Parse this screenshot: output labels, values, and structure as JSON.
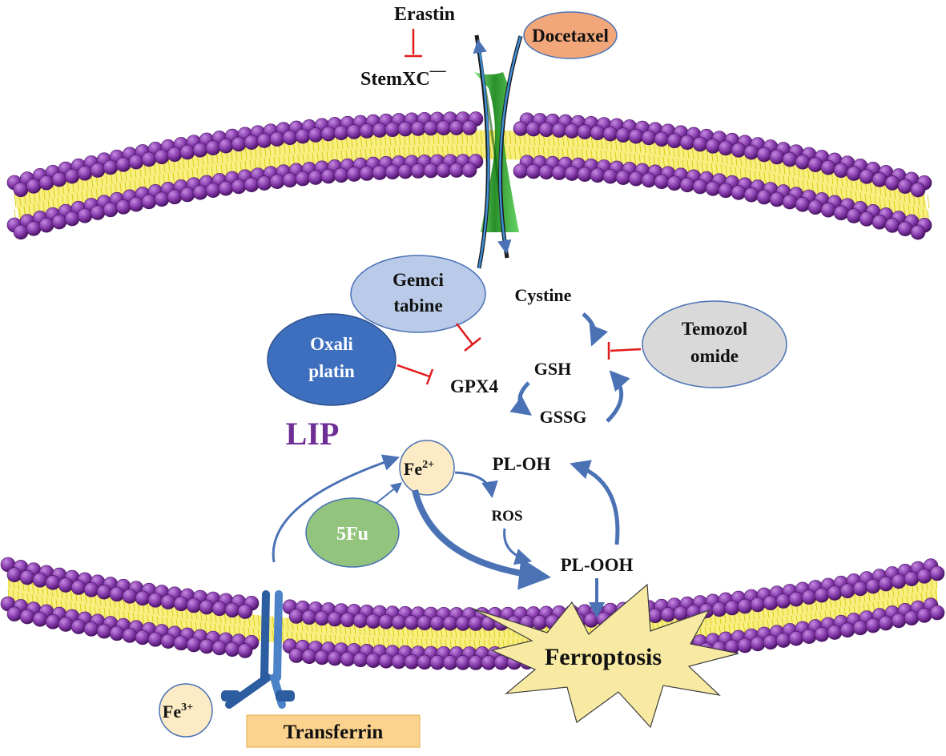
{
  "labels": {
    "erastin": "Erastin",
    "stemxc": "StemXC",
    "stemxc_sup": "—",
    "docetaxel": "Docetaxel",
    "gemcitabine_line1": "Gemci",
    "gemcitabine_line2": "tabine",
    "cystine": "Cystine",
    "temozolomide_line1": "Temozol",
    "temozolomide_line2": "omide",
    "oxaliplatin_line1": "Oxali",
    "oxaliplatin_line2": "platin",
    "gpx4": "GPX4",
    "gsh": "GSH",
    "gssg": "GSSG",
    "lip": "LIP",
    "fe2_base": "Fe",
    "fe2_sup": "2+",
    "pl_oh": "PL-OH",
    "ros": "ROS",
    "pl_ooh": "PL-OOH",
    "fivefu": "5Fu",
    "ferroptosis": "Ferroptosis",
    "fe3_base": "Fe",
    "fe3_sup": "3+",
    "transferrin": "Transferrin"
  },
  "colors": {
    "membrane_bead": "#8a3fb0",
    "membrane_bead_dark": "#4b1466",
    "lipid_tail": "#f2e21a",
    "inhibition": "#e01b1b",
    "arrow_blue": "#4a72b5",
    "docetaxel_fill": "#f2a77a",
    "gemcitabine_fill": "#b9cbe8",
    "oxaliplatin_fill": "#3e6fbf",
    "temozolomide_fill": "#d9d9d9",
    "fivefu_fill": "#93c47d",
    "fe_fill": "#fcebc4",
    "transferrin_fill": "#fbd38f",
    "ferroptosis_fill": "#f8eaa2",
    "lip_text": "#6f2e96",
    "channel_green": "#36b336"
  }
}
